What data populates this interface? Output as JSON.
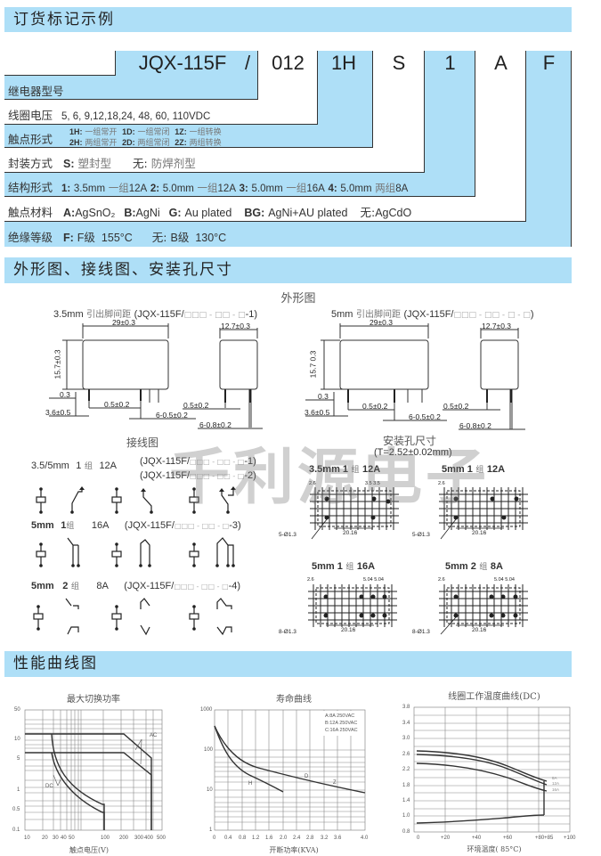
{
  "sections": {
    "ordering": "订货标记示例",
    "outline": "外形图、接线图、安装孔尺寸",
    "performance": "性能曲线图"
  },
  "ordering": {
    "codes": [
      "JQX-115F",
      "/",
      "012",
      "1H",
      "S",
      "1",
      "A",
      "F"
    ],
    "rows": {
      "model": {
        "label": "继电器型号"
      },
      "coil_voltage": {
        "label": "线圈电压",
        "value": "5, 6, 9,12,18,24, 48, 60, 110VDC"
      },
      "contact_form": {
        "label": "触点形式",
        "line1": [
          {
            "k": "1H:",
            "v": "一组常开"
          },
          {
            "k": "1D:",
            "v": "一组常闭"
          },
          {
            "k": "1Z:",
            "v": "一组转换"
          }
        ],
        "line2": [
          {
            "k": "2H:",
            "v": "两组常开"
          },
          {
            "k": "2D:",
            "v": "两组常闭"
          },
          {
            "k": "2Z:",
            "v": "两组转换"
          }
        ]
      },
      "package": {
        "label": "封装方式",
        "items": [
          {
            "k": "S:",
            "v": "塑封型"
          },
          {
            "k": "无:",
            "v": "防焊剂型"
          }
        ]
      },
      "structure": {
        "label": "结构形式",
        "items": [
          {
            "k": "1:",
            "v": "3.5mm",
            "c": "一组",
            "a": "12A"
          },
          {
            "k": "2:",
            "v": "5.0mm",
            "c": "一组",
            "a": "12A"
          },
          {
            "k": "3:",
            "v": "5.0mm",
            "c": "一组",
            "a": "16A"
          },
          {
            "k": "4:",
            "v": "5.0mm",
            "c": "两组",
            "a": "8A"
          }
        ]
      },
      "material": {
        "label": "触点材料",
        "items": [
          {
            "k": "A:",
            "v": "AgSnO₂"
          },
          {
            "k": "B:",
            "v": "AgNi"
          },
          {
            "k": "G:",
            "v": "Au plated"
          },
          {
            "k": "BG:",
            "v": "AgNi+AU plated"
          },
          {
            "k": "无:",
            "v": "AgCdO"
          }
        ]
      },
      "insulation": {
        "label": "绝缘等级",
        "items": [
          {
            "k": "F:",
            "v": "F级",
            "t": "155°C"
          },
          {
            "k": "无:",
            "v": "B级",
            "t": "130°C"
          }
        ]
      }
    }
  },
  "outline": {
    "title": "外形图",
    "left": {
      "caption_a": "3.5mm",
      "caption_b": "引出脚间距",
      "caption_c": "(JQX-115F/",
      "caption_d": "□□□ - □□ - □",
      "caption_e": "-1)"
    },
    "right": {
      "caption_a": "5mm",
      "caption_b": "引出脚间距",
      "caption_c": "(JQX-115F/",
      "caption_d": "□□□ - □□ - □ - □",
      "caption_e": ")"
    },
    "dims": {
      "length": "29±0.3",
      "width": "12.7±0.3",
      "height": "15.7±0.3",
      "height_right": "15.7  0.3",
      "gap": "0.3",
      "pin_offset": "3.6±0.5",
      "pin_w": "0.5±0.2",
      "pin_count_w": "6-0.5±0.2",
      "pin_side": "0.5±0.2",
      "pin_count_side": "6-0.8±0.2"
    }
  },
  "wiring": {
    "title": "接线图",
    "g1": {
      "spec_a": "3.5/5mm",
      "spec_b": "1",
      "spec_c": "组",
      "spec_d": "12A",
      "model1": "(JQX-115F/",
      "model1_b": "□□□ - □□ - □",
      "model1_c": "-1)",
      "model2": "(JQX-115F/",
      "model2_b": "□□□ - □□ - □",
      "model2_c": "-2)"
    },
    "g2": {
      "spec_a": "5mm",
      "spec_b": "1",
      "spec_c": "组",
      "spec_d": "16A",
      "model": "(JQX-115F/",
      "model_b": "□□□ - □□ - □",
      "model_c": "-3)"
    },
    "g3": {
      "spec_a": "5mm",
      "spec_b": "2",
      "spec_c": "组",
      "spec_d": "8A",
      "model": "(JQX-115F/",
      "model_b": "□□□ - □□ - □",
      "model_c": "-4)"
    }
  },
  "mounting": {
    "title": "安装孔尺寸",
    "thickness": "(T=2.52±0.02mm)",
    "p1": {
      "a": "3.5mm 1",
      "b": "组",
      "c": "12A",
      "dim_top": "2.6",
      "dim_pitch": "3.5 3.5",
      "dim_span": "20.16",
      "holes": "5-Ø1.3"
    },
    "p2": {
      "a": "5mm 1",
      "b": "组",
      "c": "12A",
      "dim_top": "2.6",
      "dim_span": "20.16",
      "holes": "5-Ø1.3"
    },
    "p3": {
      "a": "5mm 1",
      "b": "组",
      "c": "16A",
      "dim_top": "2.6",
      "dim_pitch": "5.04 5.04",
      "dim_span": "20.16",
      "holes": "8-Ø1.3"
    },
    "p4": {
      "a": "5mm 2",
      "b": "组",
      "c": "8A",
      "dim_top": "2.6",
      "dim_pitch": "5.04 5.04",
      "dim_span": "20.16",
      "holes": "8-Ø1.3"
    }
  },
  "watermark": "千利源电子",
  "colors": {
    "section_bg": "#aedff7",
    "border": "#333333"
  },
  "chart_data": [
    {
      "type": "line",
      "title": "最大切换功率",
      "xlabel": "触点电压(V)",
      "ylabel": "",
      "xscale": "log",
      "yscale": "log",
      "xticks": [
        "10",
        "20",
        "30",
        "40",
        "50",
        "100",
        "200",
        "300",
        "400",
        "500"
      ],
      "yticks": [
        "0.1",
        "0.5",
        "1",
        "5",
        "10",
        "50"
      ],
      "xlim": [
        10,
        500
      ],
      "ylim": [
        0.1,
        50
      ],
      "annotations": [
        "AC",
        "DC"
      ],
      "series": [
        {
          "name": "AC-upper",
          "x": [
            10,
            200,
            400,
            400
          ],
          "y": [
            13,
            13,
            5.5,
            0.1
          ]
        },
        {
          "name": "AC-lower",
          "x": [
            10,
            200,
            400,
            400
          ],
          "y": [
            6.5,
            6.5,
            2.5,
            0.1
          ]
        },
        {
          "name": "DC-upper",
          "x": [
            28,
            30,
            40,
            60,
            100,
            100
          ],
          "y": [
            13,
            6,
            1.8,
            0.8,
            0.5,
            0.1
          ]
        },
        {
          "name": "DC-lower",
          "x": [
            28,
            30,
            40,
            60,
            100,
            100
          ],
          "y": [
            6.5,
            4,
            1.2,
            0.5,
            0.3,
            0.1
          ]
        }
      ]
    },
    {
      "type": "line",
      "title": "寿命曲线",
      "xlabel": "开断功率(KVA)",
      "ylabel": "",
      "yscale": "log",
      "xticks": [
        "0",
        "0.4",
        "0.8",
        "1.2",
        "1.6",
        "2.0",
        "2.4",
        "2.8",
        "3.2",
        "3.6",
        "4.0"
      ],
      "yticks": [
        "1",
        "10",
        "100",
        "1000"
      ],
      "xlim": [
        0,
        4.0
      ],
      "ylim": [
        1,
        1000
      ],
      "legend": [
        "A:8A 250VAC",
        "B:12A 250VAC",
        "C:16A 250VAC"
      ],
      "annotations": [
        "H",
        "D",
        "Z"
      ],
      "series": [
        {
          "name": "H",
          "x": [
            0,
            0.4,
            0.8,
            1.2,
            1.6,
            2.0
          ],
          "y": [
            300,
            70,
            25,
            15,
            11,
            9
          ]
        },
        {
          "name": "D/Z",
          "x": [
            0,
            0.4,
            0.8,
            1.2,
            1.6,
            2.0,
            2.4,
            2.8,
            3.2,
            3.6,
            4.0
          ],
          "y": [
            300,
            90,
            40,
            28,
            23,
            20,
            18,
            16,
            14,
            12,
            10
          ]
        }
      ]
    },
    {
      "type": "line",
      "title": "线圈工作温度曲线(DC)",
      "xlabel": "环境温度( 85°C)",
      "ylabel": "",
      "xticks": [
        "0",
        "+20",
        "+40",
        "+60",
        "+80+85",
        "+100"
      ],
      "yticks": [
        "0.8",
        "1.0",
        "1.4",
        "1.8",
        "2.2",
        "2.6",
        "3.0",
        "3.4",
        "3.8"
      ],
      "xlim": [
        0,
        100
      ],
      "ylim": [
        0.8,
        3.8
      ],
      "legend": [
        "8A",
        "12A",
        "16A"
      ],
      "series": [
        {
          "name": "8A",
          "x": [
            0,
            20,
            40,
            60,
            80,
            85
          ],
          "y": [
            2.75,
            2.72,
            2.6,
            2.4,
            2.1,
            2.0
          ]
        },
        {
          "name": "12A",
          "x": [
            0,
            20,
            40,
            60,
            80,
            85
          ],
          "y": [
            2.65,
            2.6,
            2.5,
            2.3,
            2.0,
            1.9
          ]
        },
        {
          "name": "16A",
          "x": [
            0,
            20,
            40,
            60,
            80,
            85
          ],
          "y": [
            2.35,
            2.3,
            2.2,
            2.0,
            1.75,
            1.65
          ]
        },
        {
          "name": "min",
          "x": [
            0,
            20,
            40,
            60,
            80,
            85
          ],
          "y": [
            0.75,
            0.77,
            0.8,
            0.85,
            0.93,
            0.95
          ]
        }
      ]
    }
  ]
}
